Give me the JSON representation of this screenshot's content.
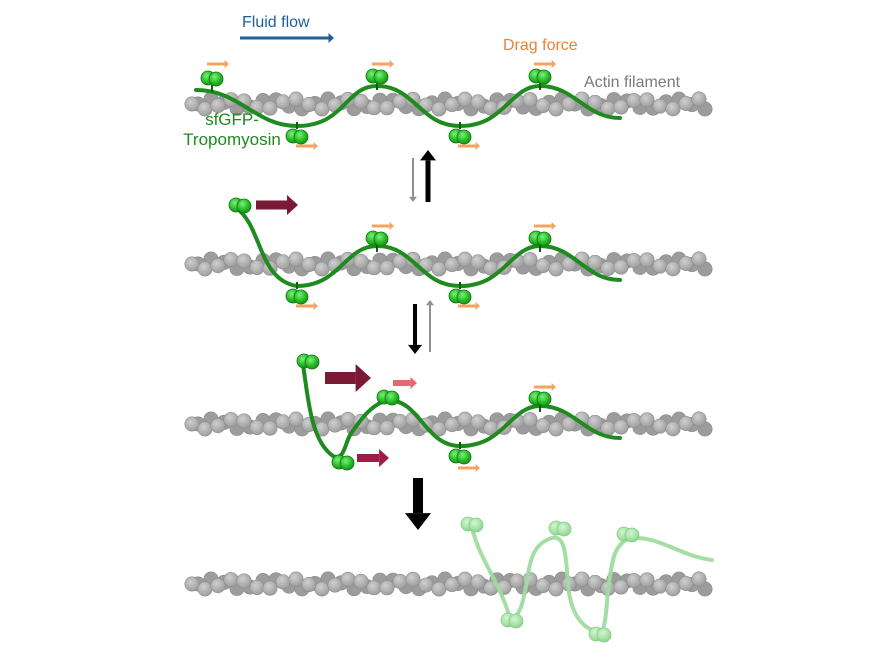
{
  "labels": {
    "fluid_flow": "Fluid flow",
    "drag_force": "Drag force",
    "actin_filament": "Actin filament",
    "sfgfp_line1": "sfGFP-",
    "sfgfp_line2": "Tropomyosin"
  },
  "colors": {
    "background": "#ffffff",
    "actin": "#a9a9a9",
    "actin_dark": "#8c8c8c",
    "tropomyosin": "#1f8a1f",
    "sfgfp": "#2cbf2c",
    "sfgfp_dark": "#128a12",
    "detached_tropomyosin": "#9fdc9f",
    "detached_sfgfp": "#8fd98f",
    "fluid_flow_arrow": "#1f5f9a",
    "drag_force_text": "#e8823a",
    "drag_small_arrow": "#f4a460",
    "drag_large_arrow": "#7b1a35",
    "drag_medium_arrow": "#9c1e44",
    "drag_pink_arrow": "#e06b72",
    "strong_equilibrium_arrow": "#000000",
    "weak_equilibrium_arrow": "#8f8f8f",
    "actin_label_text": "#7a7a7a",
    "tropomyosin_label_text": "#1f8a1f"
  },
  "icons": {
    "flow_arrow": "arrow-right-icon",
    "equilibrium_arrows": "double-arrow-icon",
    "step_arrow": "arrow-down-icon",
    "sfgfp_marker": "gfp-bead-icon"
  }
}
